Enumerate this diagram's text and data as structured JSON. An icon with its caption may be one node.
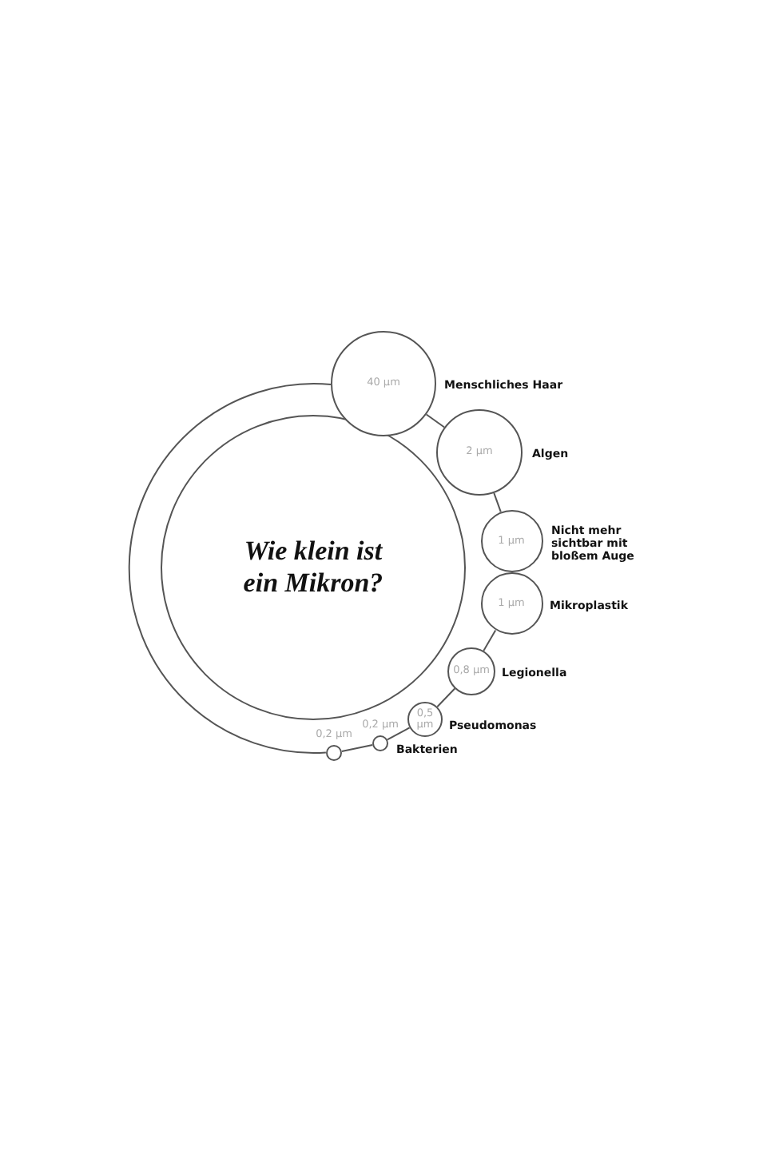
{
  "diagram": {
    "nodes": [
      {
        "text": [
          "Wie klein ist ein Mikron?"
        ]
      },
      {
        "text": [
          "40 µm"
        ],
        "beside": [
          "Menschliches Haar"
        ]
      },
      {
        "text": [
          "2 µm"
        ],
        "beside": [
          "Algen"
        ]
      },
      {
        "text": [
          "1 µm"
        ],
        "beside": [
          "Nicht mehr sichtbar mit bloßem Auge"
        ]
      },
      {
        "text": [
          "1 µm"
        ],
        "beside": [
          "Mikroplastik"
        ]
      },
      {
        "text": [
          "0,8 µm"
        ],
        "beside": [
          "Legionella"
        ]
      },
      {
        "text": [
          "0,5 µm"
        ],
        "beside": [
          "Pseudomonas"
        ]
      },
      {
        "text": [
          "0,2 µm"
        ],
        "beside": [
          "Bakterien"
        ]
      },
      {
        "text": [
          "0,2 µm"
        ]
      }
    ],
    "edges": [
      {
        "from": 1,
        "to": 2,
        "arrow": "none"
      },
      {
        "from": 2,
        "to": 3,
        "arrow": "none"
      },
      {
        "from": 4,
        "to": 5,
        "arrow": "none"
      },
      {
        "from": 5,
        "to": 6,
        "arrow": "none"
      },
      {
        "from": 6,
        "to": 7,
        "arrow": "none"
      },
      {
        "from": 7,
        "to": 8,
        "arrow": "none"
      },
      {
        "from": 8,
        "to": 1,
        "arrow": "none"
      }
    ]
  }
}
